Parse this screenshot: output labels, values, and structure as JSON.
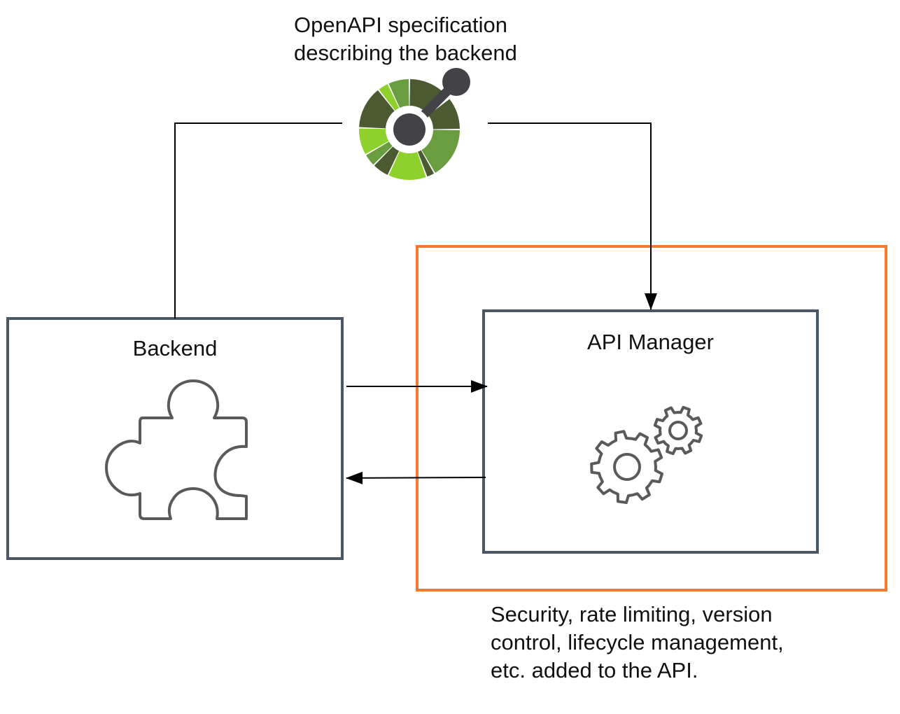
{
  "diagram": {
    "spec_caption": "OpenAPI specification\ndescribing the backend",
    "spec_icon": "openapi-logo-icon",
    "backend": {
      "title": "Backend",
      "icon": "puzzle-piece-icon"
    },
    "api_manager": {
      "title": "API Manager",
      "icon": "gears-icon"
    },
    "features_caption": "Security, rate limiting, version\ncontrol, lifecycle management,\netc. added to the API.",
    "connections": [
      {
        "from": "backend",
        "to": "openapi-spec",
        "type": "line"
      },
      {
        "from": "openapi-spec",
        "to": "api-manager",
        "type": "arrow"
      },
      {
        "from": "backend",
        "to": "api-manager",
        "type": "arrow"
      },
      {
        "from": "api-manager",
        "to": "backend",
        "type": "arrow"
      }
    ],
    "colors": {
      "box_border": "#4a5866",
      "highlight_border": "#f47a2c",
      "line": "#000000",
      "logo_dark": "#4b5a31",
      "logo_mid": "#6a9d3f",
      "logo_light": "#8fd12c",
      "logo_hub": "#434347",
      "icon_stroke": "#5a5a5a"
    }
  }
}
